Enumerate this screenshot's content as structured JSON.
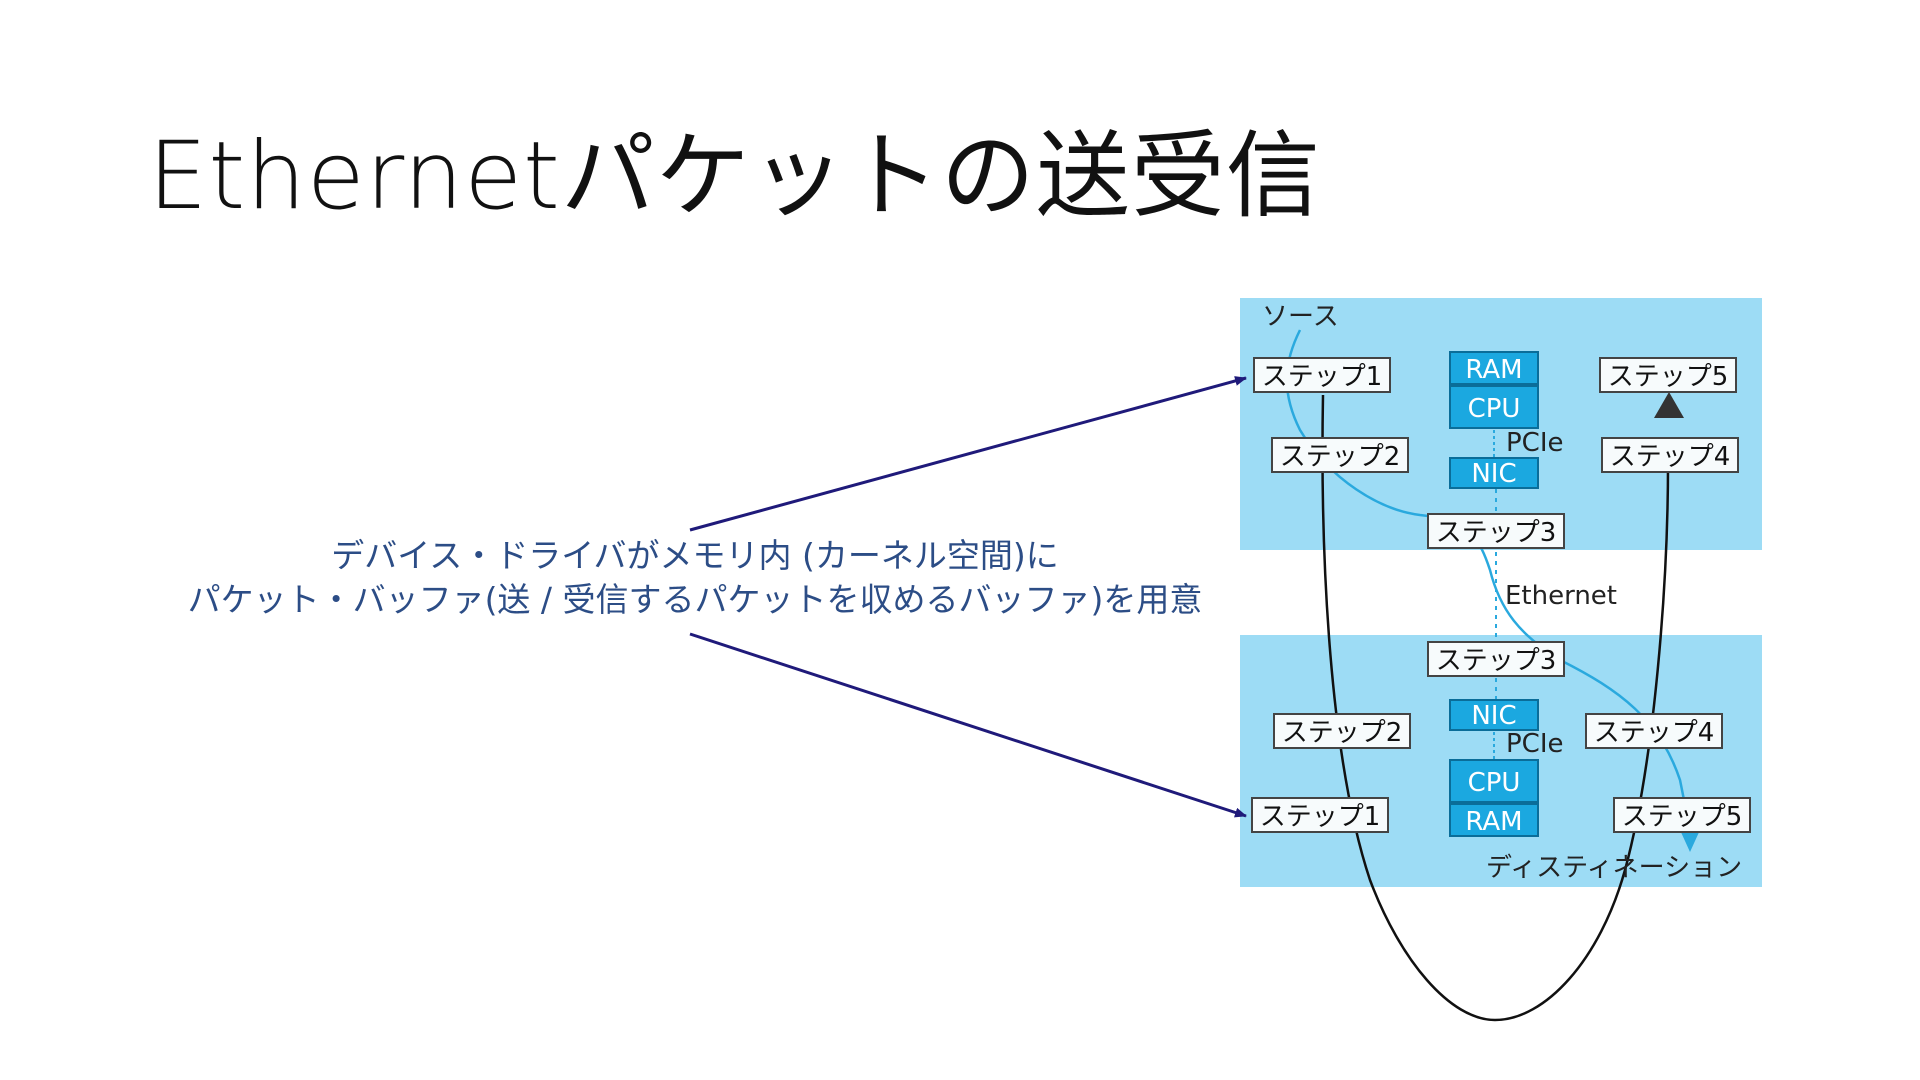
{
  "title": "Ethernetパケットの送受信",
  "caption": {
    "line1": "デバイス・ドライバがメモリ内 (カーネル空間)に",
    "line2": "パケット・バッファ(送 / 受信するパケットを収めるバッファ)を用意"
  },
  "diagram": {
    "source_label": "ソース",
    "destination_label": "ディスティネーション",
    "ethernet_label": "Ethernet",
    "pcie_label": "PCIe",
    "hw": {
      "ram": "RAM",
      "cpu": "CPU",
      "nic": "NIC"
    },
    "steps": {
      "s1": "ステップ1",
      "s2": "ステップ2",
      "s3": "ステップ3",
      "s4": "ステップ4",
      "s5": "ステップ5"
    }
  },
  "colors": {
    "panel": "#9ddcf5",
    "hw_box": "#1ba8e0",
    "flow_line": "#2aa9de",
    "arrow": "#1f1a7a",
    "loop": "#111111"
  }
}
